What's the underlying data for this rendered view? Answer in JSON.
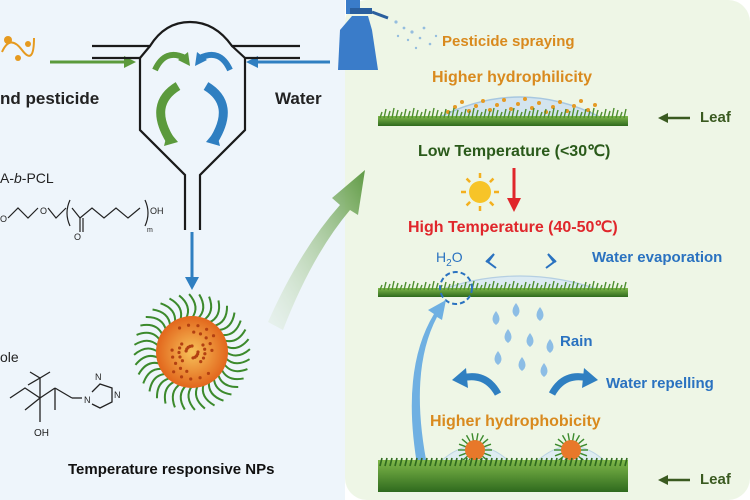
{
  "left_panel": {
    "reactants": {
      "pesticide_label": "nd pesticide",
      "water_label": "Water"
    },
    "polymer_label_suffix": "A-",
    "polymer_label_italic": "b",
    "polymer_label_tail": "-PCL",
    "structure_atom_o": "O",
    "structure_atom_oh": "OH",
    "structure_subscript_m": "m",
    "drug_label": "ole",
    "drug_oh": "OH",
    "drug_n1": "N",
    "drug_n2": "N",
    "drug_n3": "N",
    "product_label": "Temperature responsive NPs"
  },
  "right_panel": {
    "spray_label": "Pesticide spraying",
    "hydrophilicity_label": "Higher hydrophilicity",
    "leaf_label_top": "Leaf",
    "low_temp_label": "Low Temperature (<30℃)",
    "high_temp_label": "High Temperature (40-50℃)",
    "h2o_label_main": "H",
    "h2o_label_sub": "2",
    "h2o_label_tail": "O",
    "evaporation_label": "Water evaporation",
    "rain_label": "Rain",
    "repelling_label": "Water repelling",
    "hydrophobicity_label": "Higher hydrophobicity",
    "leaf_label_bottom": "Leaf"
  },
  "colors": {
    "left_bg": "#eef5fb",
    "right_bg": "#eef6e6",
    "green_arrow": "#5b9a3c",
    "blue_arrow": "#2f7fc1",
    "orange_text": "#d98a1e",
    "red_text": "#e0262b",
    "dark_text": "#222222",
    "blue_text": "#2a72c0",
    "leaf_green": "#3f7f2a"
  }
}
